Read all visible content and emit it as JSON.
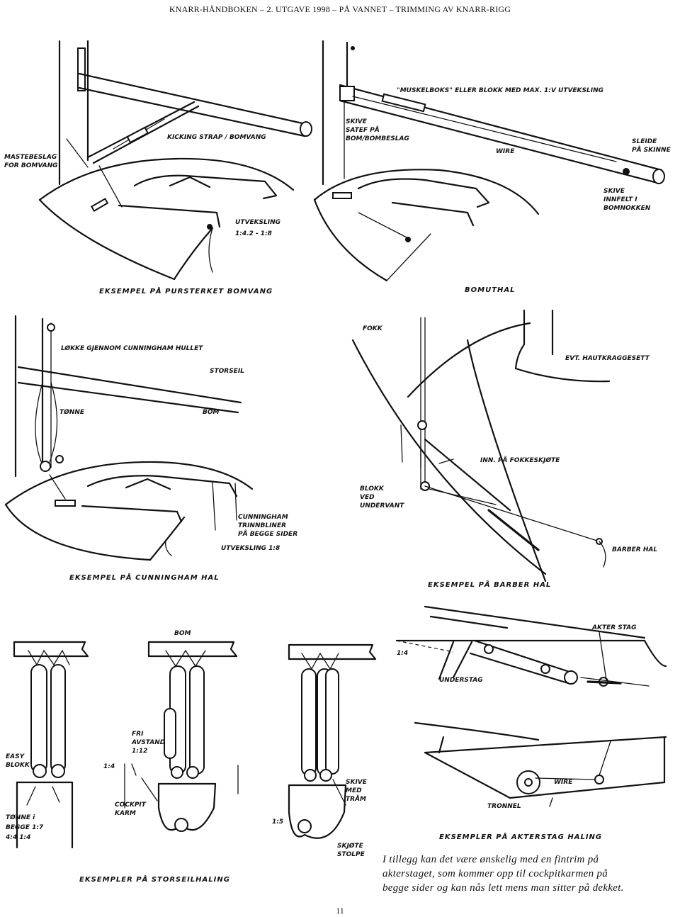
{
  "header": {
    "text": "KNARR-HÅNDBOKEN – 2. UTGAVE 1998 – PÅ VANNET – TRIMMING AV KNARR-RIGG"
  },
  "figures": {
    "fig1": {
      "caption": "EKSEMPEL PÅ PURSTERKET BOMVANG",
      "labels": {
        "hals": "MASTEBESLAG FOR BOMVANG",
        "kicking": "KICKING STRAP / BOMVANG",
        "ratio": "UTVEKSLING 1:4.2 - 1:8"
      }
    },
    "fig2": {
      "caption": "BOMUTHAL",
      "labels": {
        "muskel": "\"MUSKELBOKS\" ELLER BLOKK MED MAX. 1:V UTVEKSLING",
        "skive": "SKIVE SATEF PÅ BOM/BOMBESLAG",
        "wire": "WIRE",
        "sleide": "SLEIDE PÅ SKINNE",
        "skive2": "SKIVE INNFELT I BOMNOKKEN"
      }
    },
    "fig3": {
      "caption": "EKSEMPEL PÅ CUNNINGHAM HAL",
      "labels": {
        "lokke": "LØKKE GJENNOM CUNNINGHAM HULLET",
        "storseil": "STORSEIL",
        "tonne": "TØNNE",
        "bom": "BOM",
        "hal": "CUNNINGHAM TRINNBLINER PÅ BEGGE SIDER",
        "utveksling": "UTVEKSLING 1:8"
      }
    },
    "fig4": {
      "caption": "EKSEMPEL PÅ BARBER HAL",
      "labels": {
        "fokk": "FOKK",
        "evt": "EVT. HAUTKRAGGESETT",
        "inn": "INN. PÅ FOKKESKJØTE",
        "blokk": "BLOKK VED UNDERVANT",
        "barber": "BARBER HAL"
      }
    },
    "fig5": {
      "caption": "EKSEMPLER PÅ STORSEILHALING",
      "labels": {
        "bom": "BOM",
        "easy": "EASY BLOKK",
        "ratio1": "1:4",
        "fri": "FRI AVSTAND 1:12",
        "cockpit": "COCKPIT KARM",
        "tonne1": "TØNNE i BEGGE 1:7 4:4 1:4",
        "skive": "SKIVE MED TRÅM",
        "ratio2": "1:5",
        "skjote": "SKJØTE STOLPE"
      }
    },
    "fig6": {
      "caption": "EKSEMPLER PÅ AKTERSTAG HALING",
      "labels": {
        "akterstag": "AKTER STAG",
        "ratio": "1:4",
        "underskjote": "UNDERSTAG",
        "wire": "WIRE",
        "tronnel": "TRONNEL"
      }
    }
  },
  "caption": {
    "lines": [
      "I tillegg kan det være ønskelig med en fintrim på",
      "akterstaget, som kommer opp til cockpitkarmen på",
      "begge sider og kan nås lett mens man sitter på dekket."
    ]
  },
  "page_number": "11"
}
